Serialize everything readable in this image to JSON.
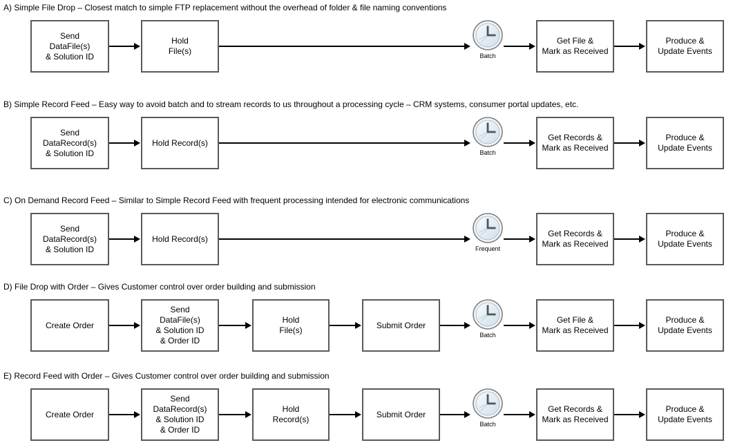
{
  "colors": {
    "box_border": "#595959",
    "box_fill": "#ffffff",
    "arrow": "#000000",
    "text": "#000000",
    "clock_face_light": "#f6fafc",
    "clock_face_dark": "#cfe0ea",
    "clock_rim": "#f0f4f7",
    "clock_border": "#7f7f7f",
    "clock_hands": "#4d565e"
  },
  "rows": [
    {
      "id": "A",
      "title": "A) Simple File Drop – Closest match to simple FTP replacement without the overhead of folder & file naming conventions",
      "boxes": {
        "send": "Send\nDataFile(s)\n& Solution ID",
        "hold": "Hold\nFile(s)",
        "get": "Get File &\nMark as Received",
        "produce": "Produce &\nUpdate Events"
      },
      "clock_label": "Batch"
    },
    {
      "id": "B",
      "title": "B) Simple Record Feed – Easy way to avoid batch and to stream records to us throughout a processing cycle – CRM systems, consumer portal updates, etc.",
      "boxes": {
        "send": "Send\nDataRecord(s)\n& Solution ID",
        "hold": "Hold Record(s)",
        "get": "Get Records &\nMark as Received",
        "produce": "Produce &\nUpdate Events"
      },
      "clock_label": "Batch"
    },
    {
      "id": "C",
      "title": "C) On Demand Record Feed – Similar to Simple Record Feed with frequent processing intended for electronic communications",
      "boxes": {
        "send": "Send\nDataRecord(s)\n& Solution ID",
        "hold": "Hold Record(s)",
        "get": "Get Records &\nMark as Received",
        "produce": "Produce &\nUpdate Events"
      },
      "clock_label": "Frequent"
    },
    {
      "id": "D",
      "title": "D) File Drop with Order – Gives Customer control over order building and submission",
      "boxes": {
        "create": "Create Order",
        "send": "Send\nDataFile(s)\n& Solution ID\n& Order ID",
        "hold": "Hold\nFile(s)",
        "submit": "Submit Order",
        "get": "Get File &\nMark as Received",
        "produce": "Produce &\nUpdate Events"
      },
      "clock_label": "Batch"
    },
    {
      "id": "E",
      "title": "E) Record Feed with Order – Gives Customer control over order building and submission",
      "boxes": {
        "create": "Create Order",
        "send": "Send\nDataRecord(s)\n& Solution ID\n& Order ID",
        "hold": "Hold\nRecord(s)",
        "submit": "Submit Order",
        "get": "Get Records &\nMark as Received",
        "produce": "Produce &\nUpdate Events"
      },
      "clock_label": "Batch"
    }
  ]
}
